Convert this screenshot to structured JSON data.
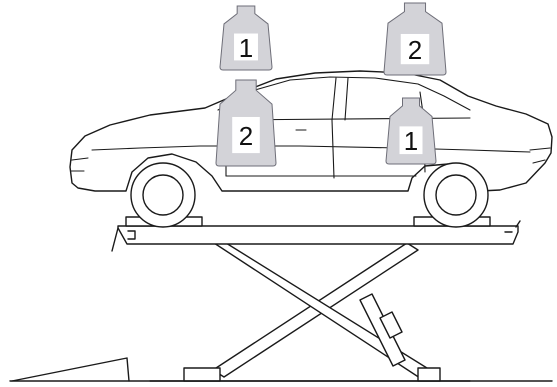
{
  "weights": [
    {
      "id": "weight-top-left",
      "label": "1"
    },
    {
      "id": "weight-top-right",
      "label": "2"
    },
    {
      "id": "weight-rear",
      "label": "2"
    },
    {
      "id": "weight-front",
      "label": "1"
    }
  ]
}
